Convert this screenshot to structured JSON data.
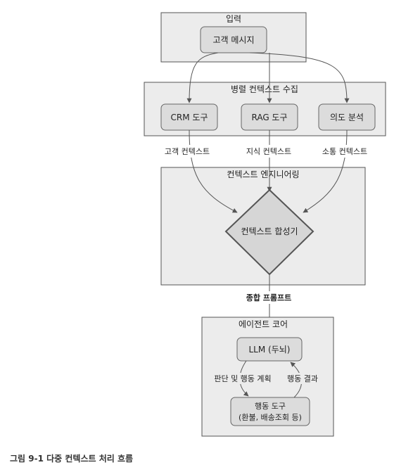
{
  "input": {
    "title": "입력",
    "message": "고객 메시지"
  },
  "parallel": {
    "title": "병렬 컨텍스트 수집",
    "tools": [
      "CRM 도구",
      "RAG 도구",
      "의도 분석"
    ]
  },
  "context_labels": [
    "고객 컨텍스트",
    "지식 컨텍스트",
    "소통 컨텍스트"
  ],
  "engineering": {
    "title": "컨텍스트 엔지니어링",
    "synth": "컨텍스트 합성기"
  },
  "prompt_label": "종합 프롬프트",
  "agent": {
    "title": "에이전트 코어",
    "llm": "LLM (두뇌)",
    "left_label": "판단 및 행동 계획",
    "right_label": "행동 결과",
    "tools_line1": "행동 도구",
    "tools_line2": "(환불, 배송조회 등)"
  },
  "caption": "그림 9-1 다중 컨텍스트 처리 흐름"
}
